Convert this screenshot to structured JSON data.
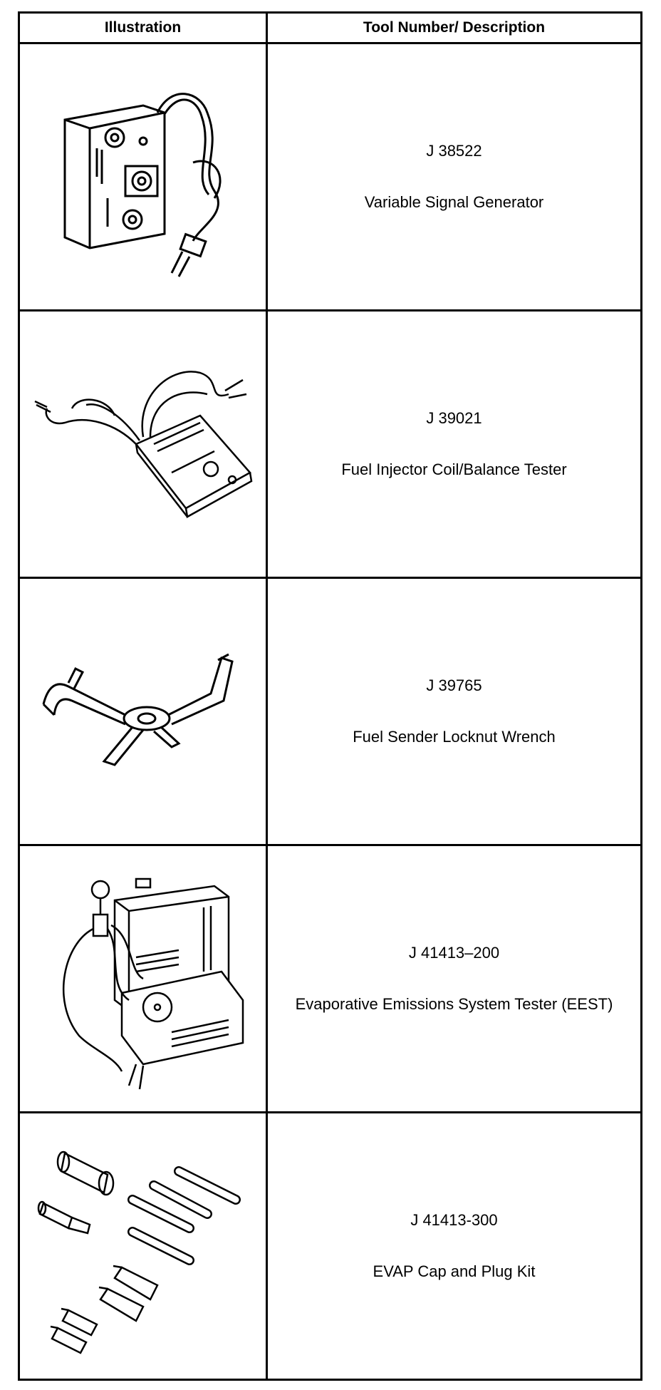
{
  "header": {
    "illustration": "Illustration",
    "tool": "Tool Number/ Description"
  },
  "tools": [
    {
      "number": "J 38522",
      "description": "Variable Signal Generator",
      "icon": "signal-generator-illustration"
    },
    {
      "number": "J 39021",
      "description": "Fuel Injector Coil/Balance Tester",
      "icon": "injector-tester-illustration"
    },
    {
      "number": "J 39765",
      "description": "Fuel Sender Locknut Wrench",
      "icon": "locknut-wrench-illustration"
    },
    {
      "number": "J 41413–200",
      "description": "Evaporative Emissions System Tester (EEST)",
      "icon": "eest-illustration"
    },
    {
      "number": "J 41413-300",
      "description": "EVAP Cap and Plug Kit",
      "icon": "cap-plug-kit-illustration"
    }
  ]
}
